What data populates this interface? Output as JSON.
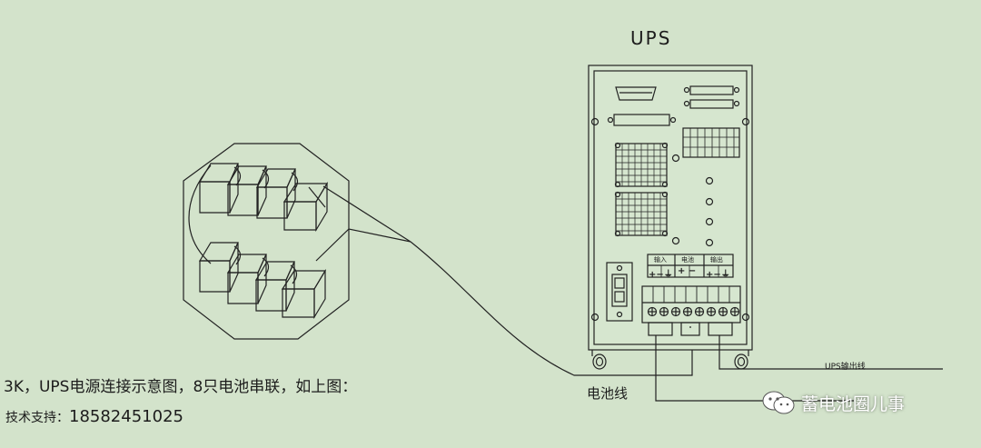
{
  "ups_title": "UPS",
  "battery_cable_label": "电池线",
  "output_cable_label": "UPS输出线",
  "terminal_labels": {
    "input": "输入",
    "battery": "电池",
    "output": "输出"
  },
  "caption": "3K，UPS电源连接示意图，8只电池串联，如上图：",
  "support": {
    "label": "技术支持：",
    "phone": "18582451025"
  },
  "watermark": {
    "text": "蓄电池圈儿事",
    "icon": "wechat-icon"
  },
  "colors": {
    "background": "#d3e3cb",
    "line": "#222222",
    "cabinet_fill": "#d6e6cf"
  }
}
